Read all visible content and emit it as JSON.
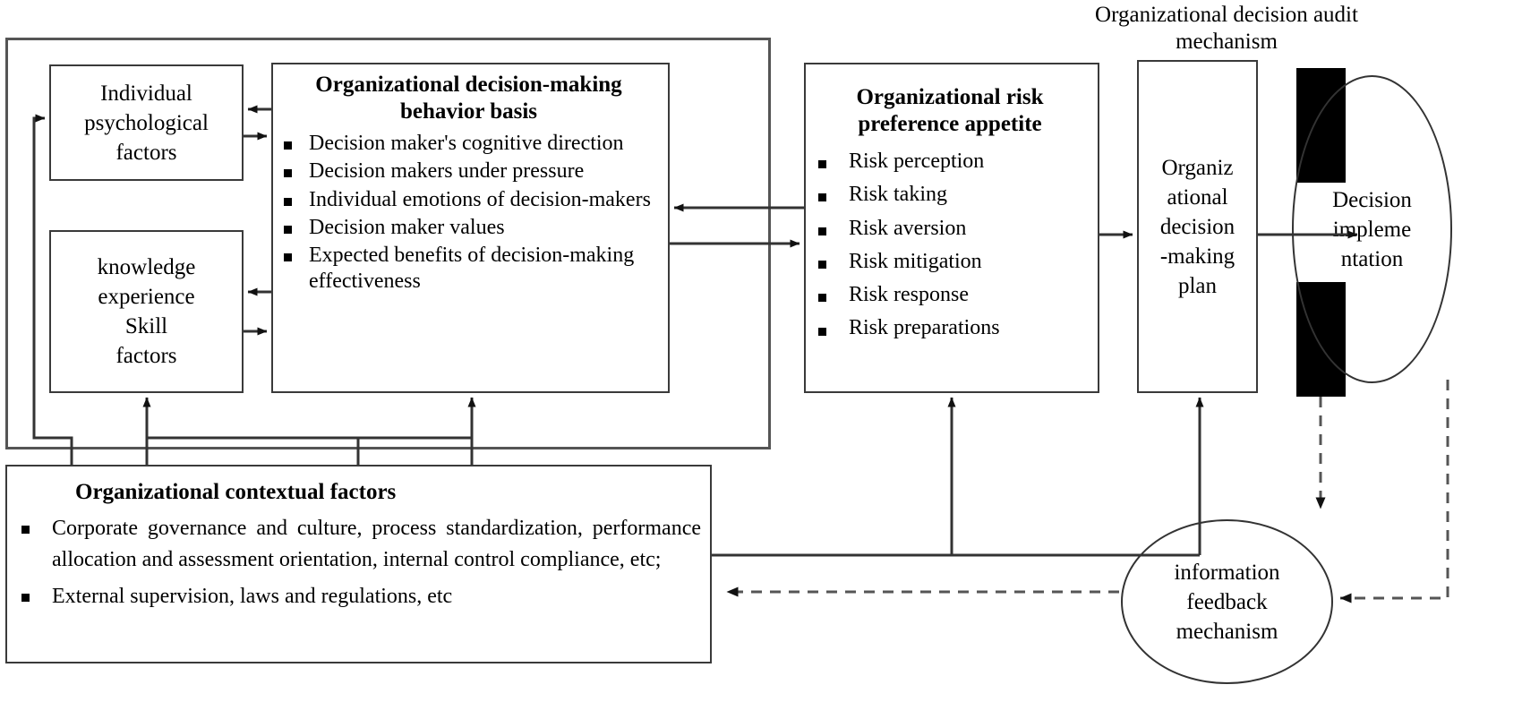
{
  "diagram": {
    "title_caption": "Organizational decision audit mechanism",
    "left_container": {
      "individual_psych": "Individual\npsychological\nfactors",
      "individual_psych_lines": [
        "Individual",
        "psychological",
        "factors"
      ],
      "knowledge": "knowledge\nexperience\nSkill\nfactors",
      "knowledge_lines": [
        "knowledge",
        "experience",
        "Skill",
        "factors"
      ],
      "behavior_basis": {
        "title": "Organizational decision-making behavior basis",
        "title_line1": "Organizational decision-making",
        "title_line2": "behavior basis",
        "bullets": [
          "Decision maker's cognitive direction",
          "Decision makers under pressure",
          "Individual emotions of decision-makers",
          "Decision maker values",
          "Expected benefits of decision-making effectiveness"
        ]
      }
    },
    "risk_preference": {
      "title_line1": "Organizational risk",
      "title_line2": "preference appetite",
      "bullets": [
        "Risk perception",
        "Risk taking",
        "Risk aversion",
        "Risk mitigation",
        "Risk response",
        "Risk preparations"
      ]
    },
    "decision_plan": {
      "lines": [
        "Organiz",
        "ational",
        "decision",
        "-making",
        "plan"
      ]
    },
    "decision_implementation": {
      "lines": [
        "Decision",
        "impleme",
        "ntation"
      ]
    },
    "information_feedback": {
      "lines": [
        "information",
        "feedback",
        "mechanism"
      ]
    },
    "contextual_factors": {
      "title": "Organizational contextual factors",
      "bullets": [
        "Corporate governance and culture, process standardization, performance allocation and assessment orientation, internal control compliance, etc;",
        "External supervision, laws and regulations, etc"
      ]
    },
    "colors": {
      "stroke": "#333333",
      "box_border": "#3a3a3a",
      "bar_fill": "#000000",
      "background": "#ffffff"
    }
  }
}
